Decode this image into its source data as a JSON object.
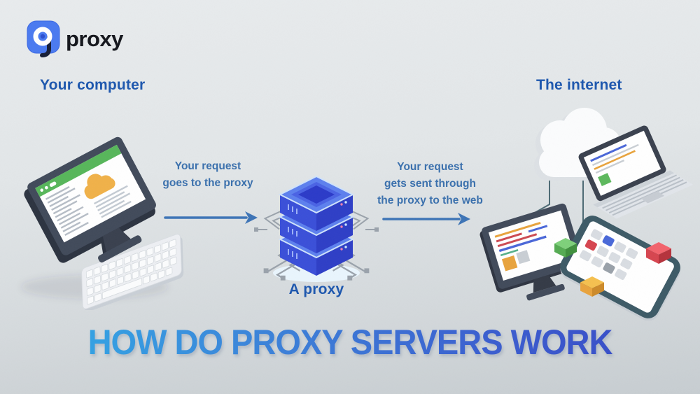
{
  "brand": {
    "logo_text": "proxy",
    "logo_icon": "9proxy-logo"
  },
  "headings": {
    "computer": "Your computer",
    "internet": "The internet",
    "proxy": "A proxy"
  },
  "captions": {
    "left": {
      "lines": [
        "Your request",
        "goes to the proxy"
      ]
    },
    "right": {
      "lines": [
        "Your request",
        "gets sent through",
        "the proxy to the web"
      ]
    }
  },
  "title": {
    "text": "HOW DO PROXY SERVERS WORK"
  },
  "colors": {
    "heading_blue": "#1d57ae",
    "caption_blue": "#3a70ad",
    "arrow_blue": "#3d74b6",
    "title_gradient_from": "#2fb0e8",
    "title_gradient_to": "#3644c4",
    "logo_blue": "#4a7af0",
    "server_blue": "#3a4fd8",
    "server_top_blue": "#5d80ee",
    "browser_bar_green": "#57b65a",
    "cloud_orange": "#f0b149",
    "background_top": "#e8ebed",
    "background_bottom": "#c7cdd1"
  },
  "icons": [
    "9proxy-logo",
    "desktop-computer",
    "keyboard",
    "right-arrow",
    "proxy-server",
    "circuit-traces",
    "cloud",
    "desktop-monitor",
    "laptop",
    "tablet",
    "green-cube",
    "red-cube",
    "orange-cube"
  ]
}
